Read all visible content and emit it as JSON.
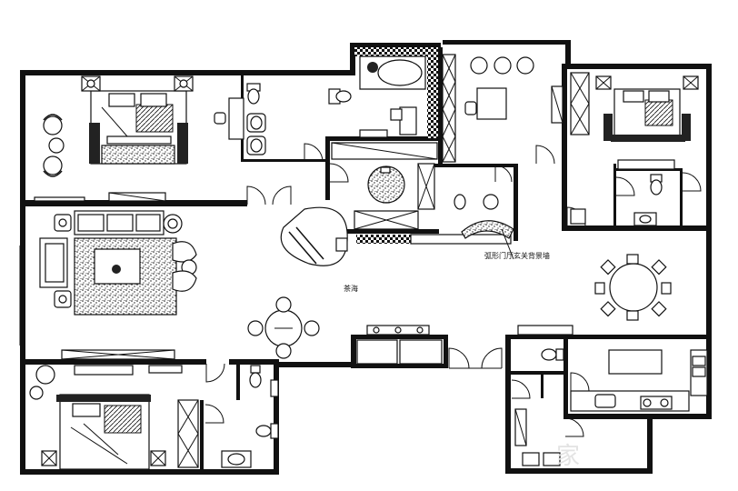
{
  "plan": {
    "annotation_curved_wall": "弧形门厅玄关背景墙",
    "annotation_center": "茶海",
    "watermark": "家"
  },
  "colors": {
    "wall": "#111111",
    "background": "#ffffff",
    "watermark": "#e3e3e3"
  },
  "icons": [
    "double-bed-icon",
    "sofa-icon",
    "dining-table-icon",
    "toilet-icon",
    "sink-icon",
    "bathtub-icon",
    "armchair-icon",
    "piano-icon",
    "wardrobe-icon",
    "door-swing-icon"
  ]
}
